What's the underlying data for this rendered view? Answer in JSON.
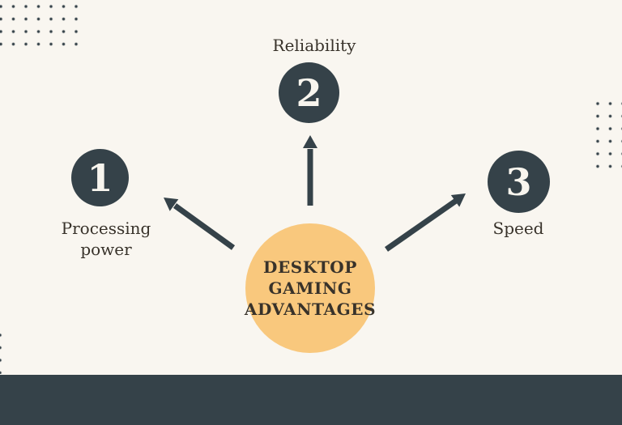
{
  "theme": {
    "background": "#F9F6F0",
    "dark": "#354249",
    "accent": "#F9C87D",
    "text_dark": "#38322A",
    "number_text": "#F8F5EE"
  },
  "center": {
    "lines": [
      "DESKTOP",
      "GAMING",
      "ADVANTAGES"
    ]
  },
  "items": [
    {
      "number": "1",
      "label_lines": [
        "Processing",
        "power"
      ]
    },
    {
      "number": "2",
      "label_lines": [
        "Reliability"
      ]
    },
    {
      "number": "3",
      "label_lines": [
        "Speed"
      ]
    }
  ]
}
